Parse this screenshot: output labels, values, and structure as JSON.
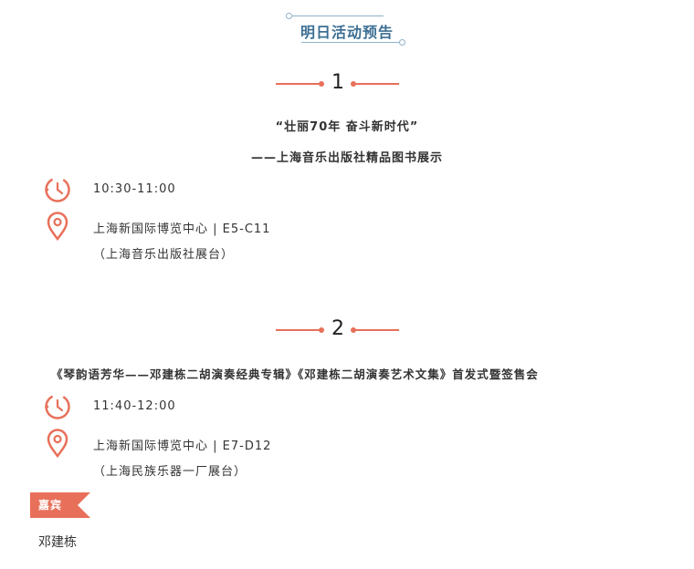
{
  "header": {
    "title": "明日活动预告"
  },
  "events": [
    {
      "number": "1",
      "title_line1": "“壮丽70年 奋斗新时代”",
      "title_line2": "——上海音乐出版社精品图书展示",
      "time": "10:30-11:00",
      "location": "上海新国际博览中心 | E5-C11",
      "location_detail": "（上海音乐出版社展台）"
    },
    {
      "number": "2",
      "title_line1": "《琴韵语芳华——邓建栋二胡演奏经典专辑》《邓建栋二胡演奏艺术文集》首发式暨签售会",
      "time": "11:40-12:00",
      "location": "上海新国际博览中心 | E7-D12",
      "location_detail": "（上海民族乐器一厂展台）",
      "guest_label": "嘉宾",
      "guest_name": "邓建栋"
    }
  ],
  "icons": {
    "time": "clock-icon",
    "location": "map-pin-icon"
  },
  "colors": {
    "accent": "#e8705a",
    "header_blue": "#3d6f93",
    "header_line": "#8fb2c8"
  }
}
